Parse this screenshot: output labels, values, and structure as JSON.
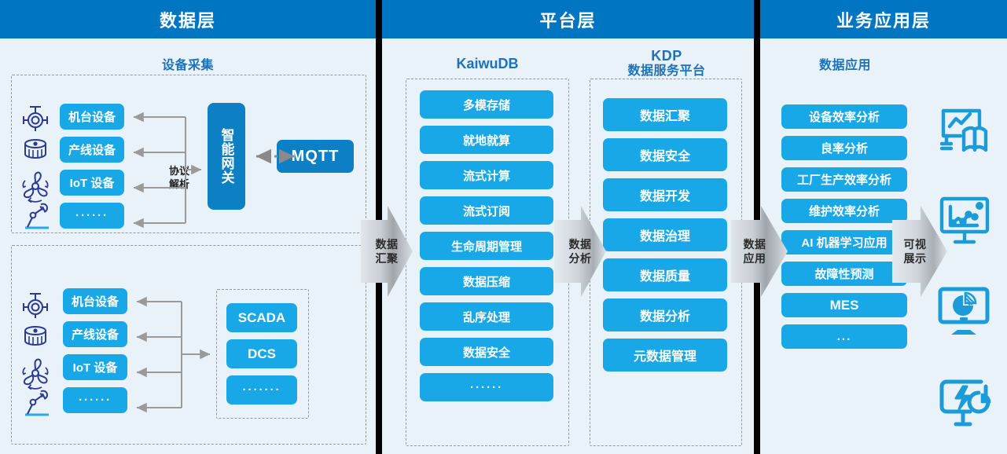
{
  "layers": {
    "data": {
      "title": "数据层"
    },
    "platform": {
      "title": "平台层"
    },
    "business": {
      "title": "业务应用层"
    }
  },
  "columns": {
    "device_collect": {
      "title": "设备采集"
    },
    "kaiwudb": {
      "title": "KaiwuDB"
    },
    "kdp": {
      "title_line1": "KDP",
      "title_line2": "数据服务平台"
    },
    "data_app": {
      "title": "数据应用"
    }
  },
  "device_group_top": {
    "icons": [
      "valve-icon",
      "drum-icon",
      "fan-icon",
      "robot-arm-icon"
    ],
    "items": [
      "机台设备",
      "产线设备",
      "IoT 设备",
      "······"
    ],
    "connector_label": "协议\n解析",
    "connector_label_line1": "协议",
    "connector_label_line2": "解析",
    "gateway": "智能网关",
    "broker": "MQTT"
  },
  "device_group_bottom": {
    "icons": [
      "valve-icon",
      "drum-icon",
      "fan-icon",
      "robot-arm-icon"
    ],
    "items": [
      "机台设备",
      "产线设备",
      "IoT 设备",
      "······"
    ],
    "systems": [
      "SCADA",
      "DCS",
      "·······"
    ]
  },
  "kaiwudb_features": [
    "多模存储",
    "就地就算",
    "流式计算",
    "流式订阅",
    "生命周期管理",
    "数据压缩",
    "乱序处理",
    "数据安全",
    "······"
  ],
  "kdp_features": [
    "数据汇聚",
    "数据安全",
    "数据开发",
    "数据治理",
    "数据质量",
    "数据分析",
    "元数据管理"
  ],
  "app_features": [
    "设备效率分析",
    "良率分析",
    "工厂生产效率分析",
    "维护效率分析",
    "AI 机器学习应用",
    "故障性预测",
    "MES",
    "..."
  ],
  "flow_arrows": [
    {
      "line1": "数据",
      "line2": "汇聚"
    },
    {
      "line1": "数据",
      "line2": "分析"
    },
    {
      "line1": "数据",
      "line2": "应用"
    },
    {
      "line1": "可视",
      "line2": "展示"
    }
  ],
  "viz_icons": [
    "chart-board-book-icon",
    "monitor-line-chart-icon",
    "monitor-pie-chart-icon",
    "monitor-energy-gauge-icon"
  ],
  "colors": {
    "header_blue": "#0075c1",
    "pill_blue": "#18a8e8",
    "pill_dark_blue": "#0d7fc4",
    "panel_bg": "#e9f1f9",
    "title_blue": "#1d72b8",
    "icon_navy": "#2b3990",
    "icon_cyan": "#29abe2",
    "connector_gray": "#9a9a9a",
    "dashed_gray": "#8d9aa6"
  }
}
